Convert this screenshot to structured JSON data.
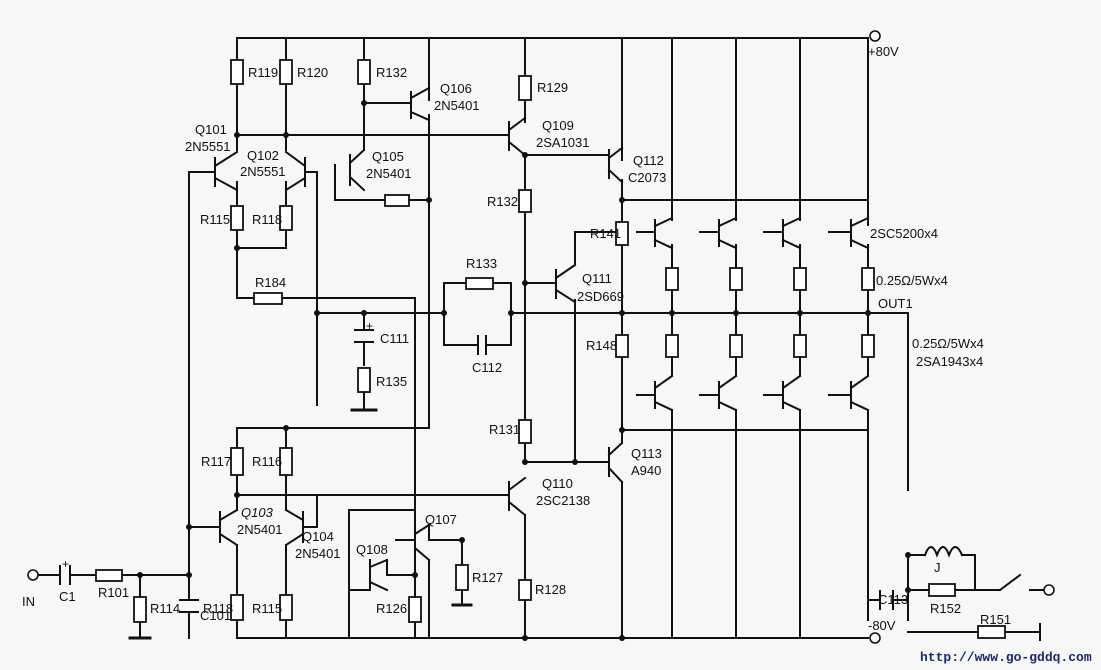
{
  "supply": {
    "positive": "+80V",
    "negative": "-80V"
  },
  "io": {
    "input": "IN",
    "output": "OUT1"
  },
  "transistors": {
    "q101": {
      "ref": "Q101",
      "part": "2N5551"
    },
    "q102": {
      "ref": "Q102",
      "part": "2N5551"
    },
    "q103": {
      "ref": "Q103",
      "part": "2N5401"
    },
    "q104": {
      "ref": "Q104",
      "part": "2N5401"
    },
    "q105": {
      "ref": "Q105",
      "part": "2N5401"
    },
    "q106": {
      "ref": "Q106",
      "part": "2N5401"
    },
    "q107": {
      "ref": "Q107"
    },
    "q108": {
      "ref": "Q108"
    },
    "q109": {
      "ref": "Q109",
      "part": "2SA1031"
    },
    "q110": {
      "ref": "Q110",
      "part": "2SC2138"
    },
    "q111": {
      "ref": "Q111",
      "part": "2SD669"
    },
    "q112": {
      "ref": "Q112",
      "part": "C2073"
    },
    "q113": {
      "ref": "Q113",
      "part": "A940"
    }
  },
  "output_stage": {
    "npn_label": "2SC5200x4",
    "npn_emitter_res": "0.25Ω/5Wx4",
    "pnp_emitter_res": "0.25Ω/5Wx4",
    "pnp_label": "2SA1943x4"
  },
  "resistors": {
    "r101": "R101",
    "r114": "R114",
    "r115": "R115",
    "r115b": "R115",
    "r116": "R116",
    "r117": "R117",
    "r118": "R118",
    "r118b": "R118",
    "r119": "R119",
    "r120": "R120",
    "r126": "R126",
    "r127": "R127",
    "r128": "R128",
    "r129": "R129",
    "r131": "R131",
    "r132": "R132",
    "r132b": "R132",
    "r133": "R133",
    "r135": "R135",
    "r141": "R141",
    "r148": "R148",
    "r151": "R151",
    "r152": "R152",
    "r184": "R184"
  },
  "capacitors": {
    "c1": "C1",
    "c101": "C101",
    "c111": "C111",
    "c112": "C112",
    "c113": "C113"
  },
  "relay": {
    "label": "J"
  },
  "footer": {
    "url": "http://www.go-gddq.com"
  }
}
